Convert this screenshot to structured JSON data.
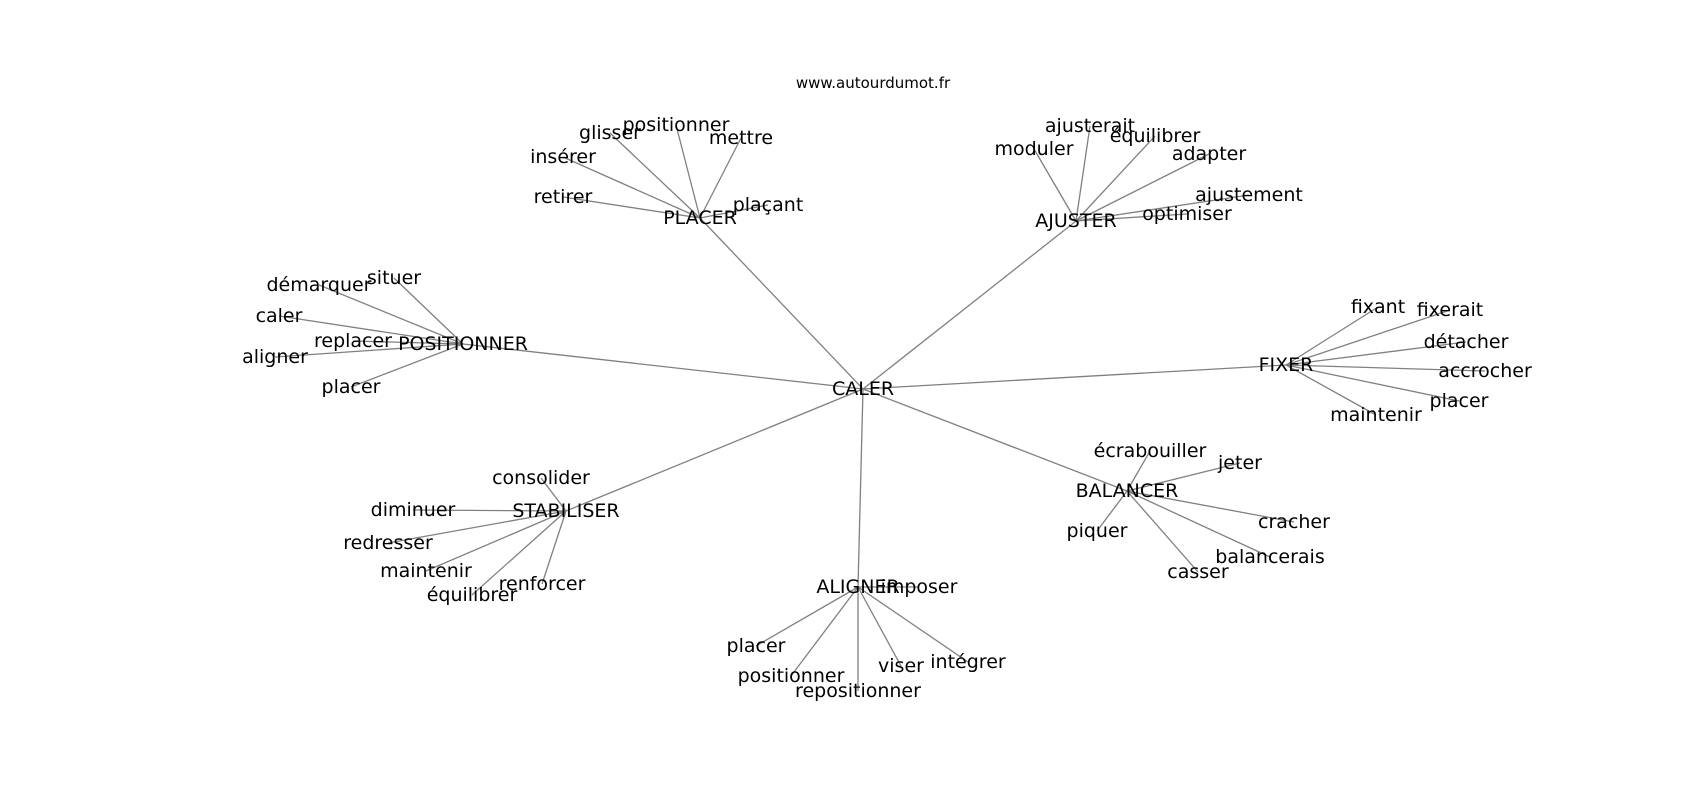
{
  "site": "www.autourdumot.fr",
  "graph": {
    "edge_color": "#808080",
    "text_color": "#000000",
    "center": {
      "name": "CALER"
    },
    "hubs": [
      {
        "key": "placer",
        "name": "PLACER",
        "leaves": [
          "positionner",
          "glisser",
          "mettre",
          "insérer",
          "retirer",
          "plaçant"
        ]
      },
      {
        "key": "ajuster",
        "name": "AJUSTER",
        "leaves": [
          "ajusterait",
          "moduler",
          "équilibrer",
          "adapter",
          "ajustement",
          "optimiser"
        ]
      },
      {
        "key": "positionner",
        "name": "POSITIONNER",
        "leaves": [
          "situer",
          "démarquer",
          "caler",
          "replacer",
          "aligner",
          "placer"
        ]
      },
      {
        "key": "fixer",
        "name": "FIXER",
        "leaves": [
          "fixant",
          "fixerait",
          "détacher",
          "accrocher",
          "placer",
          "maintenir"
        ]
      },
      {
        "key": "stabiliser",
        "name": "STABILISER",
        "leaves": [
          "consolider",
          "diminuer",
          "redresser",
          "maintenir",
          "renforcer",
          "équilibrer"
        ]
      },
      {
        "key": "balancer",
        "name": "BALANCER",
        "leaves": [
          "écrabouiller",
          "jeter",
          "cracher",
          "piquer",
          "balancerais",
          "casser"
        ]
      },
      {
        "key": "aligner",
        "name": "ALIGNER",
        "leaves": [
          "imposer",
          "placer",
          "intégrer",
          "viser",
          "positionner",
          "repositionner"
        ]
      }
    ]
  }
}
